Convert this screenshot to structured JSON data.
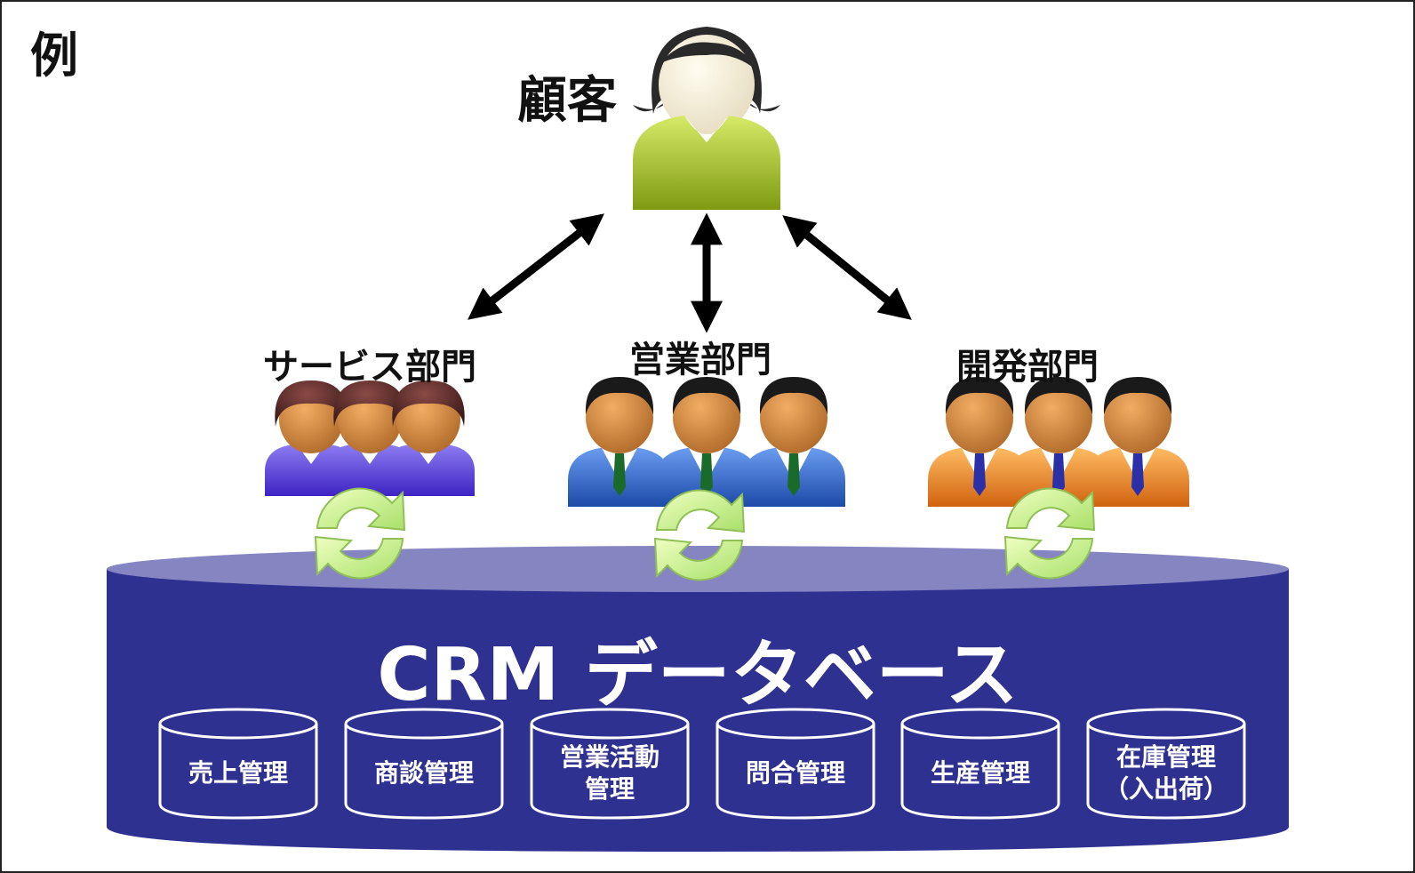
{
  "example_label": "例",
  "customer": {
    "label": "顧客"
  },
  "departments": [
    {
      "label": "サービス部門"
    },
    {
      "label": "営業部門"
    },
    {
      "label": "開発部門"
    }
  ],
  "database": {
    "title": "CRM データベース",
    "modules": [
      {
        "line1": "売上管理",
        "line2": ""
      },
      {
        "line1": "商談管理",
        "line2": ""
      },
      {
        "line1": "営業活動",
        "line2": "管理"
      },
      {
        "line1": "問合管理",
        "line2": ""
      },
      {
        "line1": "生産管理",
        "line2": ""
      },
      {
        "line1": "在庫管理",
        "line2": "（入出荷）"
      }
    ]
  },
  "colors": {
    "database_body": "#2f3191",
    "database_top": "#8585c2",
    "customer_shirt": "#a8c12a",
    "service_suit": "#5a3fd6",
    "sales_suit": "#2f64c8",
    "dev_suit": "#f0841c",
    "sync_icon": "#c9f08a"
  }
}
